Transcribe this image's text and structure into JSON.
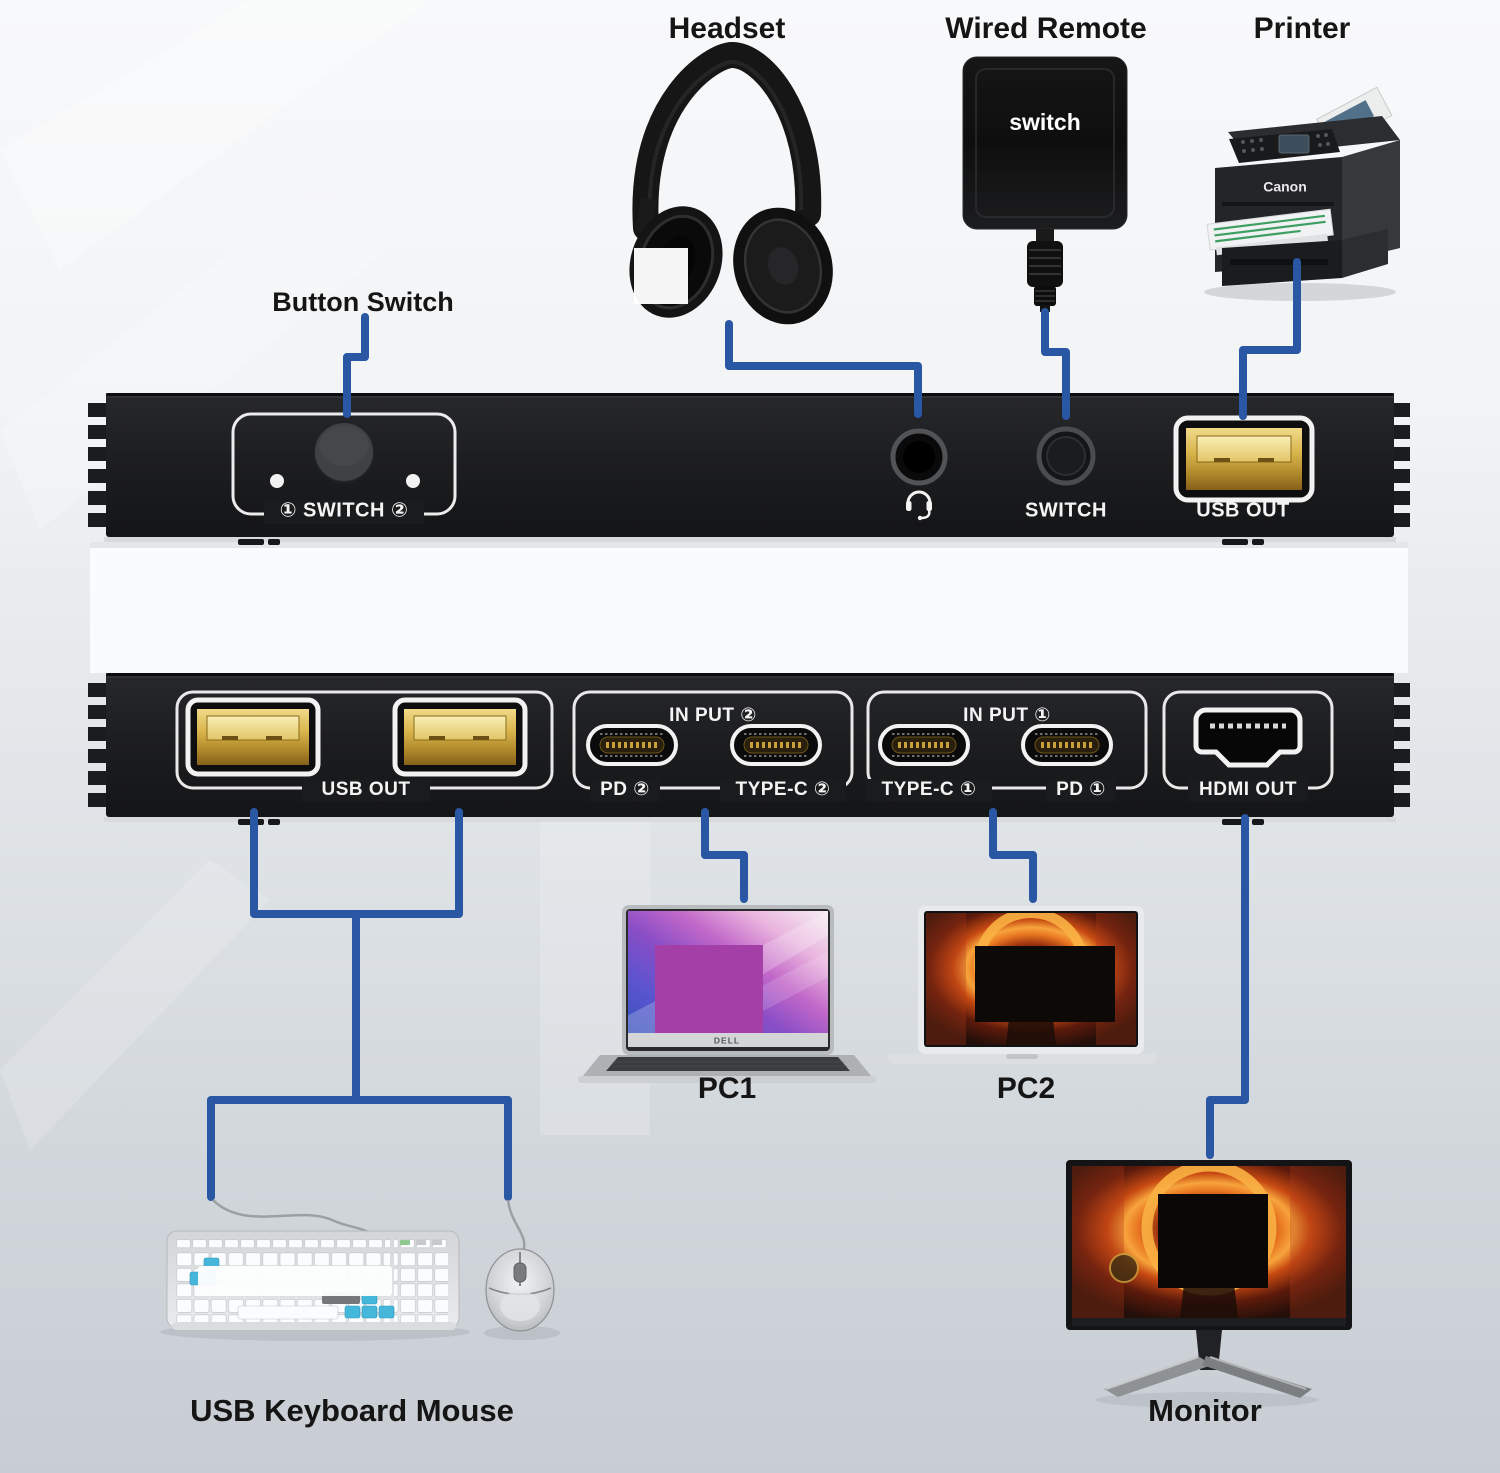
{
  "labels": {
    "headset": "Headset",
    "wired_remote": "Wired Remote",
    "printer": "Printer",
    "button_switch": "Button Switch",
    "pc1": "PC1",
    "pc2": "PC2",
    "monitor": "Monitor",
    "usb_keyboard_mouse": "USB Keyboard Mouse"
  },
  "front_panel": {
    "switch_group_label": "① SWITCH ②",
    "switch_port_label": "SWITCH",
    "usb_out_label": "USB OUT",
    "headset_jack_icon": "headset-icon"
  },
  "rear_panel": {
    "usb_out_label": "USB OUT",
    "input2_label": "IN PUT ②",
    "pd2_label": "PD ②",
    "typec2_label": "TYPE-C ②",
    "input1_label": "IN PUT ①",
    "typec1_label": "TYPE-C ①",
    "pd1_label": "PD ①",
    "hdmi_out_label": "HDMI OUT"
  },
  "device_text": {
    "remote_button": "switch",
    "printer_brand": "Canon",
    "pc1_brand": "DELL"
  },
  "connections": [
    {
      "from": "Headset",
      "to": "3.5mm audio jack (front)"
    },
    {
      "from": "Wired Remote",
      "to": "SWITCH port (front)"
    },
    {
      "from": "Printer",
      "to": "USB OUT (front)"
    },
    {
      "from": "Button Switch",
      "to": "① SWITCH ② button"
    },
    {
      "from": "PC1",
      "to": "IN PUT ② (PD ② / TYPE-C ②)"
    },
    {
      "from": "PC2",
      "to": "IN PUT ① (TYPE-C ① / PD ①)"
    },
    {
      "from": "Monitor",
      "to": "HDMI OUT"
    },
    {
      "from": "USB Keyboard Mouse",
      "to": "USB OUT (rear)"
    }
  ],
  "colors": {
    "cable_blue": "#2a57a4",
    "panel_black": "#1b1c1e",
    "usb_gold": "#d2a93c",
    "accent_cyan": "#45b7da",
    "outline_white": "#f2f2f2"
  }
}
